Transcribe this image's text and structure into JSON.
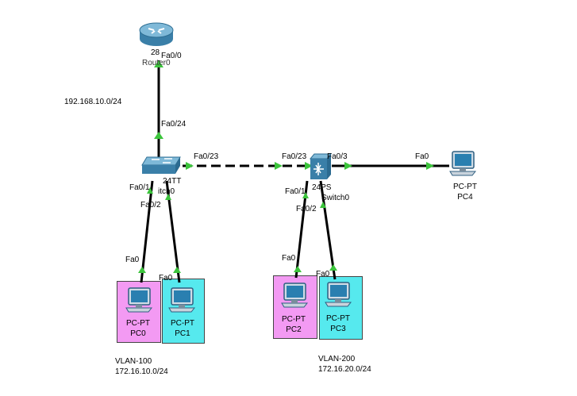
{
  "router": {
    "name_partial": "28",
    "name": "Router0",
    "port": "Fa0/0"
  },
  "switch0": {
    "model_partial": "24TT",
    "name_partial": "itch0",
    "ports": {
      "uplink": "Fa0/24",
      "trunk": "Fa0/23",
      "p1": "Fa0/1",
      "p2": "Fa0/2"
    }
  },
  "switch1": {
    "model_partial": "24PS",
    "name_partial": "Switch0",
    "ports": {
      "trunk": "Fa0/23",
      "p3": "Fa0/3",
      "p1": "Fa0/1",
      "p2": "Fa0/2"
    }
  },
  "router_network": "192.168.10.0/24",
  "pcs": {
    "pc0": {
      "type": "PC-PT",
      "name": "PC0",
      "port": "Fa0"
    },
    "pc1": {
      "type": "PC-PT",
      "name": "PC1",
      "port": "Fa0"
    },
    "pc2": {
      "type": "PC-PT",
      "name": "PC2",
      "port": "Fa0"
    },
    "pc3": {
      "type": "PC-PT",
      "name": "PC3",
      "port": "Fa0"
    },
    "pc4": {
      "type": "PC-PT",
      "name": "PC4",
      "port": "Fa0"
    }
  },
  "vlans": {
    "vlan100": {
      "name": "VLAN-100",
      "subnet": "172.16.10.0/24",
      "color": "#f39af3"
    },
    "vlan200": {
      "name": "VLAN-200",
      "subnet": "172.16.20.0/24",
      "color": "#56e9ee"
    }
  },
  "colors": {
    "link": "#000000",
    "port_up": "#3cc43c",
    "device_blue": "#2a7fb0"
  }
}
